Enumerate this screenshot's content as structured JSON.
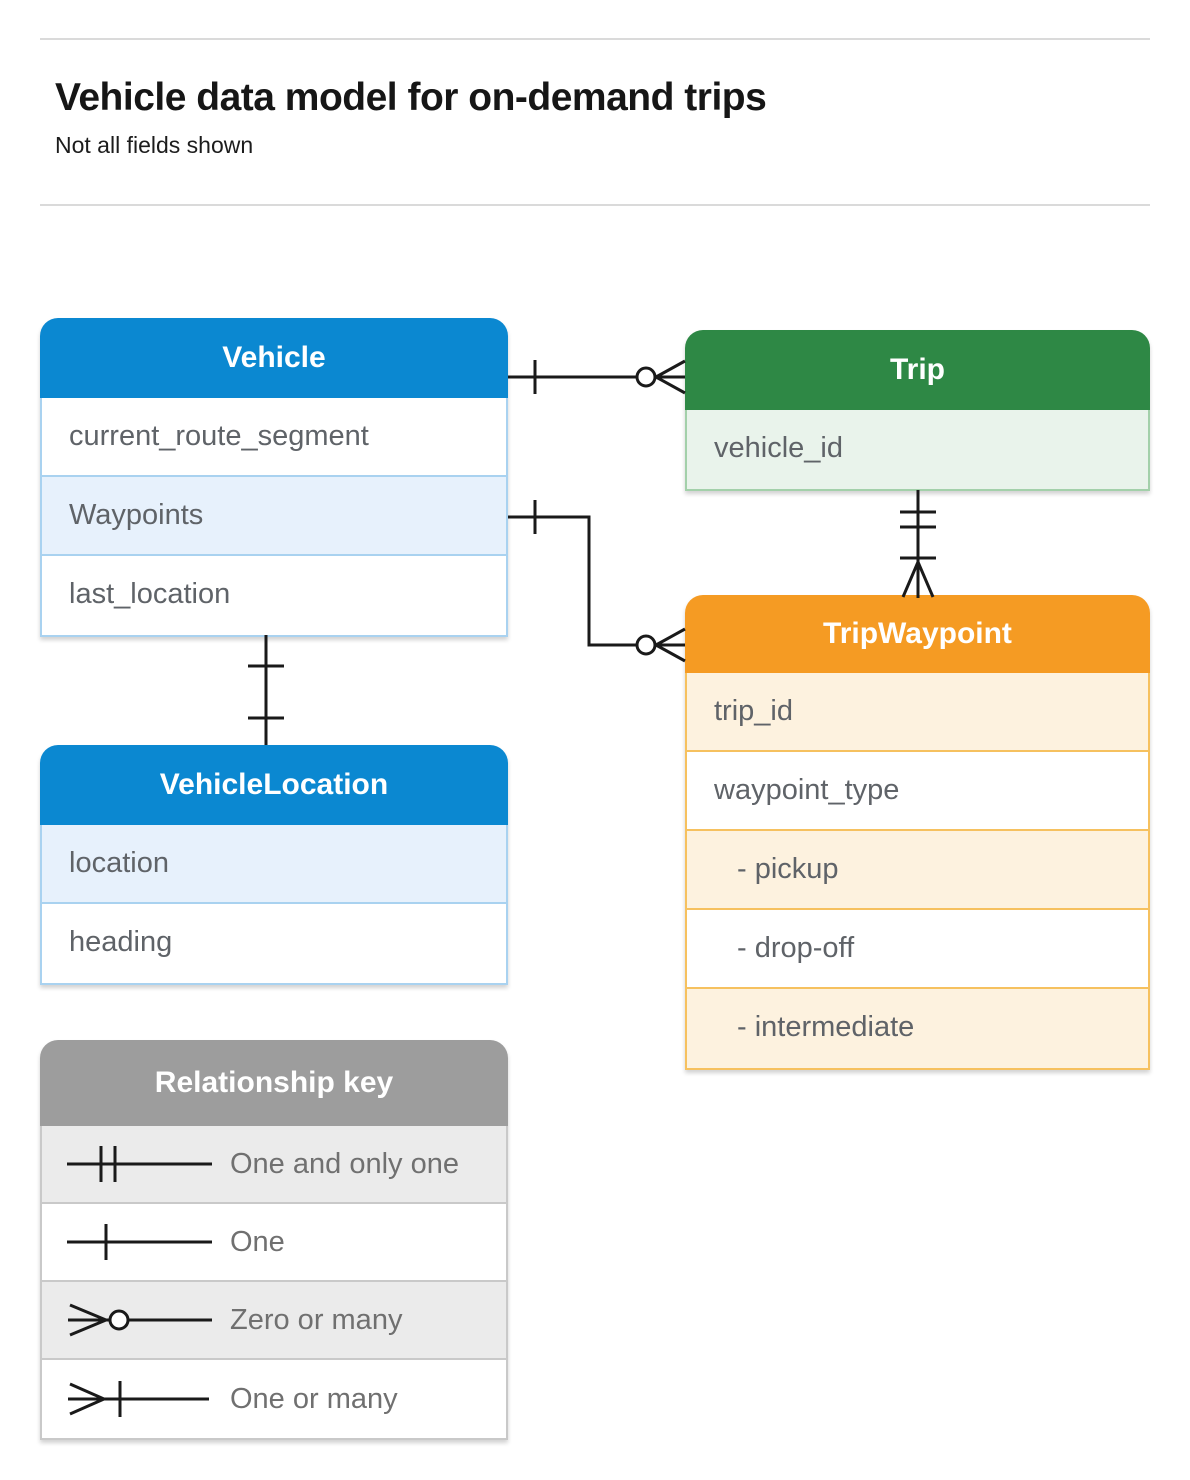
{
  "page": {
    "title": "Vehicle data model for on-demand trips",
    "subtitle": "Not all fields shown"
  },
  "tables": {
    "vehicle": {
      "title": "Vehicle",
      "rows": [
        "current_route_segment",
        "Waypoints",
        "last_location"
      ]
    },
    "trip": {
      "title": "Trip",
      "rows": [
        "vehicle_id"
      ]
    },
    "trip_waypoint": {
      "title": "TripWaypoint",
      "rows": [
        "trip_id",
        "waypoint_type",
        "- pickup",
        "- drop-off",
        "- intermediate"
      ]
    },
    "vehicle_location": {
      "title": "VehicleLocation",
      "rows": [
        "location",
        "heading"
      ]
    }
  },
  "key": {
    "title": "Relationship key",
    "items": [
      {
        "symbol": "one-and-only-one",
        "label": "One and only one"
      },
      {
        "symbol": "one",
        "label": "One"
      },
      {
        "symbol": "zero-or-many",
        "label": "Zero or many"
      },
      {
        "symbol": "one-or-many",
        "label": "One or many"
      }
    ]
  },
  "relationships": [
    {
      "from": "Vehicle",
      "to": "Trip",
      "from_cardinality": "one",
      "to_cardinality": "zero-or-many"
    },
    {
      "from": "Vehicle.Waypoints",
      "to": "TripWaypoint",
      "from_cardinality": "one",
      "to_cardinality": "zero-or-many"
    },
    {
      "from": "Trip",
      "to": "TripWaypoint",
      "from_cardinality": "one-and-only-one",
      "to_cardinality": "one-or-many"
    },
    {
      "from": "Vehicle",
      "to": "VehicleLocation",
      "from_cardinality": "one",
      "to_cardinality": "one"
    }
  ],
  "colors": {
    "blue": "#0b88d1",
    "blue_tint": "#e7f1fc",
    "blue_border": "#a9d2f0",
    "green": "#2e8845",
    "green_tint": "#e9f3eb",
    "green_border": "#a3d0aa",
    "orange": "#f59b23",
    "orange_tint": "#fdf2df",
    "orange_border": "#f6c15f",
    "gray": "#9d9d9d",
    "gray_tint": "#ebebeb",
    "gray_border": "#c9c9c9",
    "line": "#1a1a1a",
    "text": "#5f6368",
    "key_text": "#707070"
  }
}
